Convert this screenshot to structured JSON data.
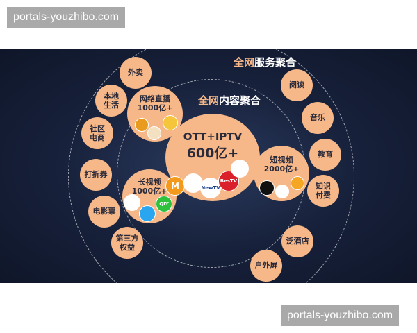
{
  "watermark": "portals-youzhibo.com",
  "titles": {
    "service_hl": "全网",
    "service": "服务聚合",
    "content_hl": "全网",
    "content": "内容聚合"
  },
  "center": {
    "line1": "OTT+IPTV",
    "line2": "600亿+"
  },
  "groups": {
    "live": {
      "line1": "网络直播",
      "line2": "1000亿+"
    },
    "long": {
      "line1": "长视频",
      "line2": "1000亿+"
    },
    "short": {
      "line1": "短视频",
      "line2": "2000亿+"
    }
  },
  "services": [
    {
      "line1": "外卖"
    },
    {
      "line1": "本地",
      "line2": "生活"
    },
    {
      "line1": "社区",
      "line2": "电商"
    },
    {
      "line1": "打折券"
    },
    {
      "line1": "电影票"
    },
    {
      "line1": "第三方",
      "line2": "权益"
    },
    {
      "line1": "阅读"
    },
    {
      "line1": "音乐"
    },
    {
      "line1": "教育"
    },
    {
      "line1": "知识",
      "line2": "付费"
    },
    {
      "line1": "泛酒店"
    },
    {
      "line1": "户外屏"
    }
  ],
  "logos": {
    "bestv": "BesTV",
    "newtv": "NewTV",
    "mgtv": "M",
    "iqiyi": "QIY"
  },
  "colors": {
    "accent": "#f6b889",
    "background": "#17213b"
  }
}
